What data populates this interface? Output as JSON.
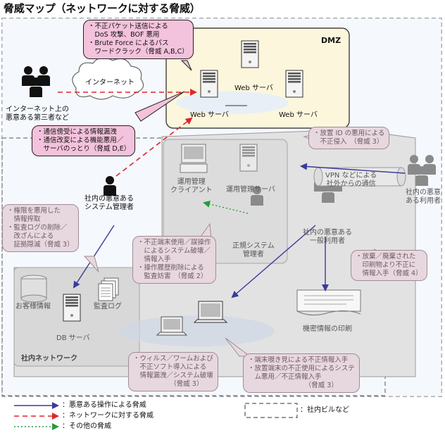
{
  "title": "脅威マップ（ネットワークに対する脅威）",
  "zones": {
    "dmz": "DMZ",
    "internal_network": "社内ネットワーク"
  },
  "nodes": {
    "internet": "インターネット",
    "attacker": "インターネット上の\n悪意ある第三者など",
    "web_server_top": "Web サーバ",
    "web_server_left": "Web サーバ",
    "web_server_right": "Web サーバ",
    "mgmt_client": "運用管理\nクライアント",
    "mgmt_server": "運用管理サーバ",
    "legit_admin": "正規システム\n管理者",
    "malicious_admin": "社内の悪意ある\nシステム管理者",
    "malicious_user": "社内の悪意ある\n一般利用者",
    "vpn": "VPN などによる\n社外からの通信",
    "remote_user": "社内の悪意\nある利用者",
    "customer_info": "お客様情報",
    "db_server": "DB サーバ",
    "audit_log": "監査ログ",
    "confidential_print": "機密情報の印刷"
  },
  "callouts": {
    "dmz_threat": "・不正パケット送信による\n　DoS 攻撃、BOF 悪用\n・Brute Force によるパス\n　ワードクラック（脅威 A,B,C）",
    "network_threat": "・通信傍受による情報漏洩\n・通信改変による機能悪用／\n　サーバのっとり（脅威 D,E）",
    "id_abuse": "・放置 ID の悪用による\n　不正侵入　（脅威 3）",
    "admin_abuse": "・権限を悪用した\n　情報搾取\n・監査ログの削除／\n　改ざんによる\n　証拠隠滅（脅威 3）",
    "terminal_abuse": "・不正端末使用／誤操作\n　によるシステム破壊／\n　情報入手\n・操作履歴削除による\n　監査妨害　（脅威 2）",
    "print_abuse": "・放棄／廃棄された\n　印刷物より不正に\n　情報入手（脅威 4）",
    "virus": "・ウィルス／ワームおよび\n　不正ソフト導入による\n　情報漏洩／システム破壊\n　　　　　　（脅威 3）",
    "peeping": "・端末覗き見による不正情報入手\n・放置端末の不正使用によるシステ\n　ム悪用／不正情報入手\n　　　　　　　　　（脅威 3）"
  },
  "legend": {
    "malicious_op": "：悪意ある操作による脅威",
    "network_threat": "：ネットワークに対する脅威",
    "other_threat": "：その他の脅威",
    "building": "：社内ビルなど"
  },
  "colors": {
    "malicious_op": "#3a3a9a",
    "network_threat": "#e0242a",
    "other_threat": "#2a9a3a",
    "callout_pink": "#f3c2dc",
    "dmz_fill": "#fbf6dc",
    "internal_fill": "#e2e2e2"
  },
  "icons": [
    "person-group-icon",
    "person-icon",
    "cloud-icon",
    "server-icon",
    "desktop-pc-icon",
    "laptop-icon",
    "database-icon",
    "document-stack-icon",
    "printer-icon",
    "vpn-pipe-icon"
  ]
}
